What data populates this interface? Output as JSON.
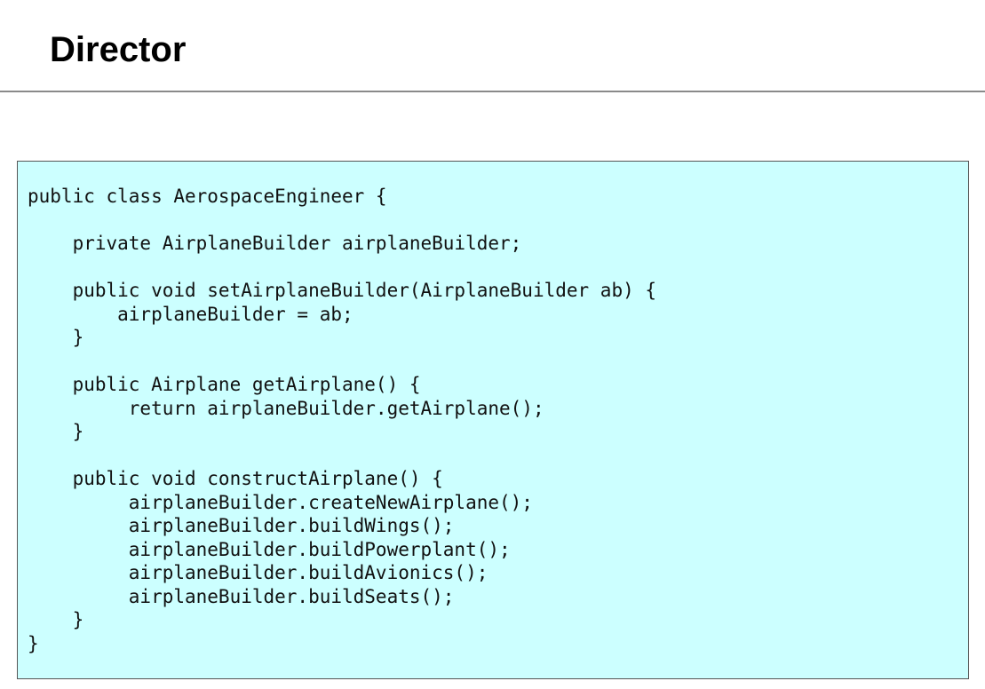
{
  "slide": {
    "title": "Director"
  },
  "code": {
    "lines": [
      "public class AerospaceEngineer {",
      "",
      "    private AirplaneBuilder airplaneBuilder;",
      "",
      "    public void setAirplaneBuilder(AirplaneBuilder ab) {",
      "        airplaneBuilder = ab;",
      "    }",
      "",
      "    public Airplane getAirplane() {",
      "         return airplaneBuilder.getAirplane();",
      "    }",
      "",
      "    public void constructAirplane() {",
      "         airplaneBuilder.createNewAirplane();",
      "         airplaneBuilder.buildWings();",
      "         airplaneBuilder.buildPowerplant();",
      "         airplaneBuilder.buildAvionics();",
      "         airplaneBuilder.buildSeats();",
      "    }",
      "}"
    ]
  },
  "colors": {
    "code_background": "#ccffff",
    "code_border": "#555555",
    "title_rule": "#8a8a8a"
  }
}
